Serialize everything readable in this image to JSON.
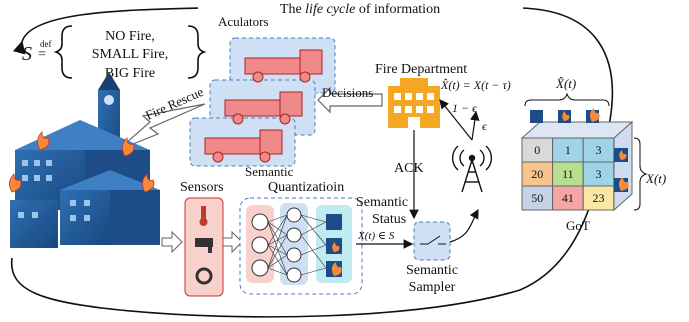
{
  "header": {
    "prefix": "The ",
    "emph": "life cycle",
    "suffix": " of information"
  },
  "semantic_set": {
    "symbol": "S",
    "def_label": "def",
    "items": [
      "NO Fire,",
      "SMALL Fire,",
      "BIG Fire"
    ]
  },
  "actuators": {
    "label": "Aculators"
  },
  "fire_rescue": {
    "label": "Fire Rescue"
  },
  "decisions": {
    "label": "Decisions"
  },
  "fire_department": {
    "label": "Fire Department",
    "formula": "X̂(t) = X(t − τ)"
  },
  "channel": {
    "success": "1 − ϵ",
    "fail": "ϵ",
    "ack": "ACK"
  },
  "sensors": {
    "label": "Sensors"
  },
  "quantization": {
    "label_line1": "Semantic",
    "label_line2": "Quantizatioin"
  },
  "status": {
    "label_line1": "Semantic",
    "label_line2": "Status",
    "formula": "X(t) ∈ S"
  },
  "sampler": {
    "label_line1": "Semantic",
    "label_line2": "Sampler"
  },
  "got": {
    "label": "GoT",
    "top_label": "X̂(t)",
    "right_label": "X(t)",
    "grid": [
      [
        "0",
        "1",
        "3"
      ],
      [
        "20",
        "11",
        "3"
      ],
      [
        "50",
        "41",
        "23"
      ]
    ],
    "colors": [
      [
        "#d9d9d9",
        "#9fd3ea",
        "#9fd3ea"
      ],
      [
        "#f7c48b",
        "#b7e08e",
        "#9fd3ea"
      ],
      [
        "#c6d2e6",
        "#f4a6a6",
        "#fbe7a4"
      ]
    ]
  }
}
